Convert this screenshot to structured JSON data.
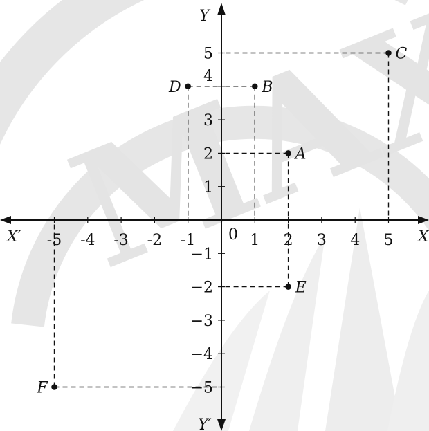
{
  "watermark": {
    "text": "MAX"
  },
  "axes": {
    "x_label": "X",
    "x_neg_label": "X′",
    "y_label": "Y",
    "y_neg_label": "Y′",
    "origin_label": "0",
    "x_ticks": [
      "-5",
      "-4",
      "-3",
      "-2",
      "-1",
      "1",
      "2",
      "3",
      "4",
      "5"
    ],
    "y_ticks": [
      "5",
      "4",
      "3",
      "2",
      "1",
      "−1",
      "−2",
      "−3",
      "−4",
      "−5"
    ]
  },
  "points": [
    {
      "name": "A",
      "x": 2,
      "y": 2
    },
    {
      "name": "B",
      "x": 1,
      "y": 4
    },
    {
      "name": "C",
      "x": 5,
      "y": 5
    },
    {
      "name": "D",
      "x": -1,
      "y": 4
    },
    {
      "name": "E",
      "x": 2,
      "y": -2
    },
    {
      "name": "F",
      "x": -5,
      "y": -5
    }
  ],
  "colors": {
    "ink": "#111111",
    "watermark": "#e4e4e4"
  }
}
